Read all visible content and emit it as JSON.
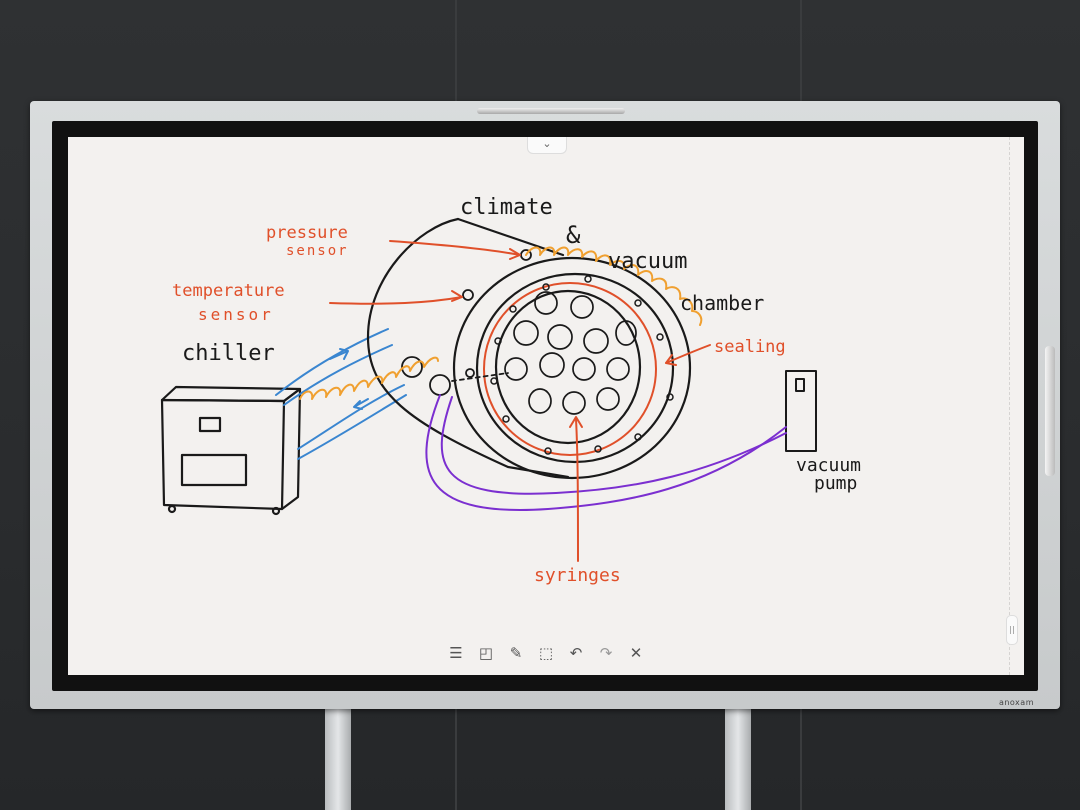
{
  "whiteboard": {
    "expand_glyph": "⌄",
    "handle_glyph": "||",
    "brand": "anoxam"
  },
  "toolbar": {
    "menu_icon": "☰",
    "sticky_note_icon": "◰",
    "edit_icon": "✎",
    "select_icon": "⬚",
    "undo_icon": "↶",
    "redo_icon": "↷",
    "close_icon": "✕"
  },
  "drawing": {
    "title_line1": "climate",
    "title_amp": "&",
    "title_line2": "vacuum",
    "title_line3": "chamber",
    "pressure_1": "pressure",
    "pressure_2": "sensor",
    "temperature_1": "temperature",
    "temperature_2": "sensor",
    "chiller": "chiller",
    "sealing": "sealing",
    "vacuum_pump_1": "vacuum",
    "vacuum_pump_2": "pump",
    "syringes": "syringes"
  },
  "colors": {
    "ink_black": "#1a1a1a",
    "ink_red": "#e0502a",
    "ink_orange": "#f0a030",
    "ink_blue": "#3a86d0",
    "ink_purple": "#7b2fd0"
  }
}
